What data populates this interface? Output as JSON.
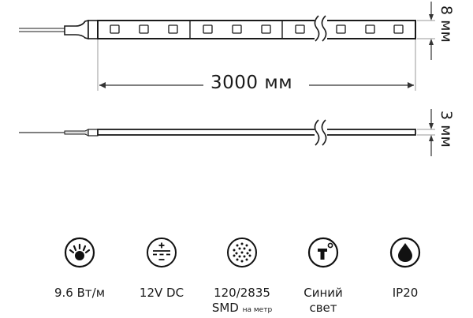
{
  "diagram": {
    "top_view": {
      "length_label": "3000 мм",
      "width_label": "8 мм",
      "led_count_visible": 10
    },
    "side_view": {
      "thickness_label": "3 мм"
    }
  },
  "specs": [
    {
      "icon": "power-icon",
      "line1": "9.6 Вт/м",
      "line2": "",
      "line2_small": ""
    },
    {
      "icon": "dc-voltage-icon",
      "line1": "12V DC",
      "line2": "",
      "line2_small": ""
    },
    {
      "icon": "smd-led-icon",
      "line1": "120/2835",
      "line2": "SMD",
      "line2_small": "на метр"
    },
    {
      "icon": "color-temperature-icon",
      "line1": "Синий",
      "line2": "свет",
      "line2_small": ""
    },
    {
      "icon": "water-drop-icon",
      "line1": "IP20",
      "line2": "",
      "line2_small": ""
    }
  ],
  "colors": {
    "stroke": "#1a1a1a",
    "dim_line": "#555555",
    "ext_line": "#9a9a9a",
    "background": "#ffffff"
  }
}
